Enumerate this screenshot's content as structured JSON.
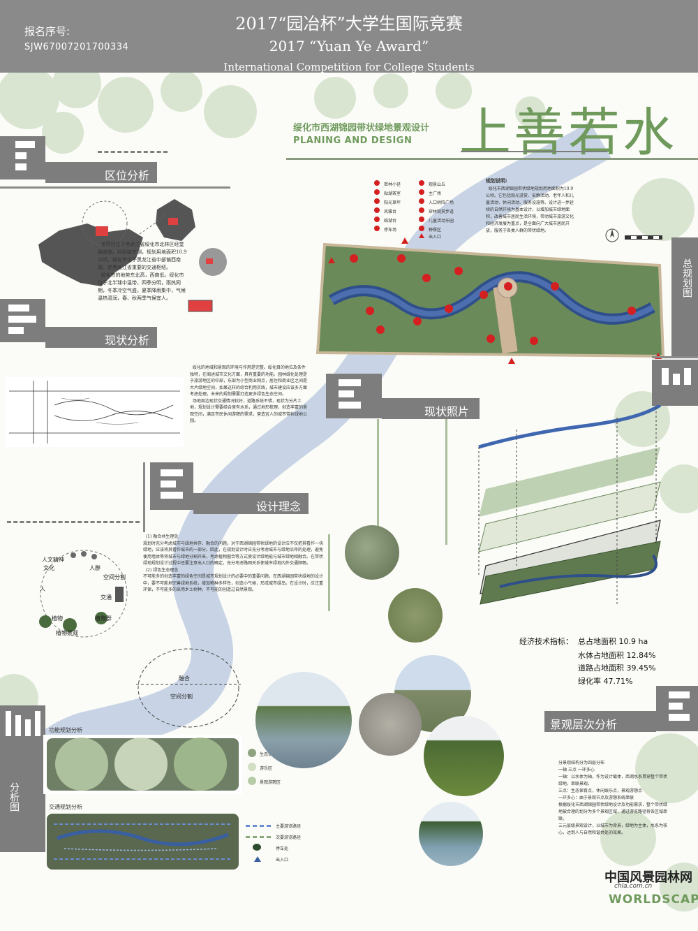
{
  "header": {
    "reg_label": "报名序号:",
    "reg_number": "SJW67007201700334",
    "title_cn": "2017“园冶杯”大学生国际竞赛",
    "title_en": "2017 “Yuan Ye Award”",
    "subtitle_en": "International Competition for College Students"
  },
  "project": {
    "subtitle_cn": "绥化市西湖锦园带状绿地景观设计",
    "subtitle_en": "PLANING AND DESIGN",
    "big_title": "上善若水"
  },
  "sections": {
    "location": "区位分析",
    "status": "现状分析",
    "master_plan": "总规划图",
    "photos": "现状照片",
    "concept": "设计理念",
    "layers": "景观层次分析",
    "analysis": "分析图"
  },
  "location_text": "  该项目位于黑龙江省绥化市北林区经堂路南侧，科研路东侧，规划用地面积10.9公顷。绥化市位于黑龙江省中部偏西南部，是黑龙江省重要的交通枢纽。\n  绥化市的地势东北高，西南低。绥化市位于北半球中温带，四季分明，雨热同期，冬季冷空气盛，夏季降雨集中，气候温热湿润，春、秋两季气候宜人。",
  "plan_legend": {
    "col1": [
      "密林小径",
      "贴湖茶室",
      "阳光草坪",
      "风雅台",
      "临湖台",
      "停车场"
    ],
    "col2": [
      "观景山丘",
      "主广场",
      "入口树阵广场",
      "穿林观赏步道",
      "儿童活动乐园",
      "野餐区",
      "出入口"
    ]
  },
  "plan_description": {
    "title": "规划说明:",
    "text": "  绥化市西湖锦园带状绿地规划用地面积为10.9公顷。它包括观光游赏、安静活动、老年人和儿童活动、休闲活动、服务设施等。设计进一步延续的自然环境为基本设计，以增加城市绿地面积，改善城市居民生活环境，带动城市旅游文化和经济发展为重点，是全面向广大城市居民开放，服务于各类人群的带状绿地。"
  },
  "status_text": "  绥化的地域和景观的环境与作用是完整。绥化目的地位及条件独特，在阐述城市文化方面，具有重要的功能。园林绿化处理是于旅游地区的中部，东部为小型商业网点，居住和商业区之间是大片绿地空间，如果这样的综合利用实践，城市建设应该多方面考虑处理，未来的规划需要打造更多绿色生态空间。\n  场地周边现状交通情况较好，道路系统不错，现状为分片土地，规划设计需要结合原有水系，通过地形梳理，创造丰富的景观空间，满足市民休闲游憩的需求，营造宜人的城市带状绿地公园。",
  "concept_text": "  (1) 融合共生理念\n规划时充分考虑城市与绿地共存、融合的问题。对于西湖锦园带状绿地的设计应不仅把其看作一块绿地，应该将其看作城市的一部分。因此，在规划设计时应充分考虑城市与绿地沿岸的处理，避免便用墙体等将城市与绿地分割开来，考虑植物圈合等方式使设计绿地能与城市绿地相融合。在带状绿地规划设计过程中还要注意出入口的确定，充分考虑路网关系使城市绿地内外交通顺畅。\n  (2) 绿色生态理念\n不可能多的创造丰富的绿色空间是城市规划设计的必要中的重要问题。在西湖锦园带状绿地的设计中，要不可能地完善绿地系统，增加物种多样性，创造小气候，形成城市绿岛。在设计时，应注重环保，不可能多的采用乡土树种，不可能的创造过自然景观。",
  "concept_circle": [
    "人文精神",
    "文化",
    "人群",
    "空间分割",
    "人",
    "交通",
    "植物",
    "植物群",
    "植物景观"
  ],
  "dashed_circle": [
    "融合",
    "空间分割"
  ],
  "economics": {
    "label": "经济技术指标：",
    "rows": [
      "总占地面积 10.9 ha",
      "水体占地面积 12.84%",
      "道路占地面积  39.45%",
      "绿化率 47.71%"
    ]
  },
  "analysis": {
    "function_title": "功能规划分析",
    "traffic_title": "交通规划分析",
    "function_legend": [
      "生态保育区",
      "游乐区",
      "景观游憩区"
    ],
    "traffic_legend": [
      "主要游览路径",
      "次要游览路径",
      "停车处",
      "出入口"
    ]
  },
  "layers_text": "分景观结构分为四层分布\n一轴 三点 一环多心\n一轴：以水体为轴，作为设计载体，西湖水系贯穿整个带状绿地，串联景观。\n三点：生态保育点，休闲娱乐点，景观游憩点\n一环多心：由于景观节点及游憩系统串联\n根据绥化市西湖锦园带状绿地设计及功能需求，整个带状绿地被合理的划分为多个景观区域，通过游览路径将各区域串联。\n三元层级景观设计，以城市为背景，绿地为主体，水系为核心，达到人与自然和谐共处的效果。",
  "brand": {
    "cn": "中国风景园林网",
    "url": "chla.com.cn",
    "en": "WORLDSCAPE"
  },
  "colors": {
    "header_gray": "#8a8a8a",
    "section_gray": "#7d7d7d",
    "title_green": "#6f9a5c",
    "water_blue": "#9fb3d6",
    "marker_red": "#d42020"
  }
}
